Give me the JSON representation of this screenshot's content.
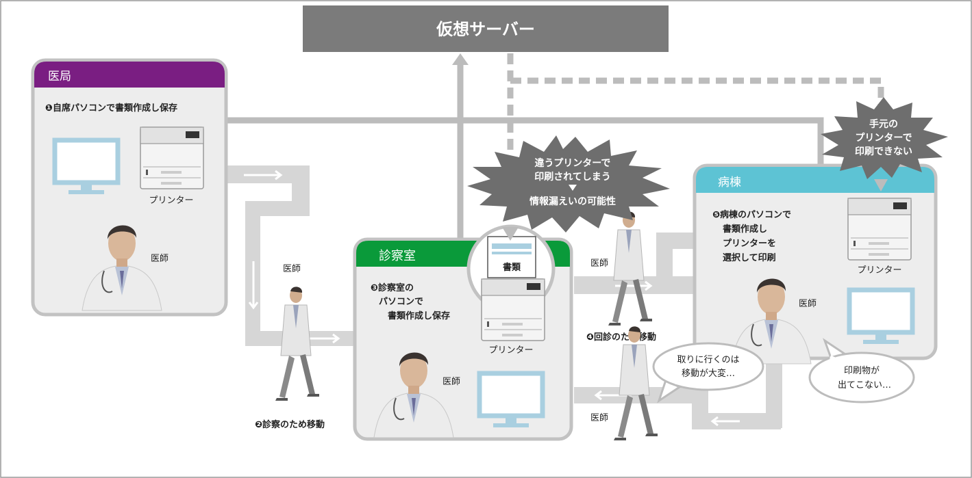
{
  "server": {
    "label": "仮想サーバー"
  },
  "rooms": {
    "ikyoku": {
      "title": "医局",
      "step": "❶自席パソコンで書類作成し保存",
      "printer_label": "プリンター",
      "doctor_label": "医師",
      "accent": "#7a1e82"
    },
    "shinsatsu": {
      "title": "診察室",
      "step_lines": [
        "❸診察室の",
        "パソコンで",
        "書類作成し保存"
      ],
      "printer_label": "プリンター",
      "doctor_label": "医師",
      "doc_label": "書類",
      "accent": "#0a9a3a"
    },
    "byoto": {
      "title": "病棟",
      "step_lines": [
        "❺病棟のパソコンで",
        "書類作成し",
        "プリンターを",
        "選択して印刷"
      ],
      "printer_label": "プリンター",
      "doctor_label": "医師",
      "accent": "#5dc3d4"
    }
  },
  "walkers": {
    "walker1_label": "医師",
    "walker1_step": "❷診察のため移動",
    "walker2_label": "医師",
    "walker2_step": "❹回診のため移動",
    "walker3_label": "医師"
  },
  "bursts": {
    "center_line1": "違うプリンターで",
    "center_line2": "印刷されてしまう",
    "center_line3": "情報漏えいの可能性",
    "right_line1": "手元の",
    "right_line2": "プリンターで",
    "right_line3": "印刷できない"
  },
  "bubbles": {
    "bubble1_line1": "取りに行くのは",
    "bubble1_line2": "移動が大変…",
    "bubble2_line1": "印刷物が",
    "bubble2_line2": "出てこない…"
  },
  "colors": {
    "server_box": "#7b7b7b",
    "room_border": "#bfbfbf",
    "room_fill": "#ededed",
    "path": "#d3d3d3",
    "line": "#bcbcbc",
    "monitor": "#a9cfe0",
    "burst": "#6e6e6e"
  }
}
